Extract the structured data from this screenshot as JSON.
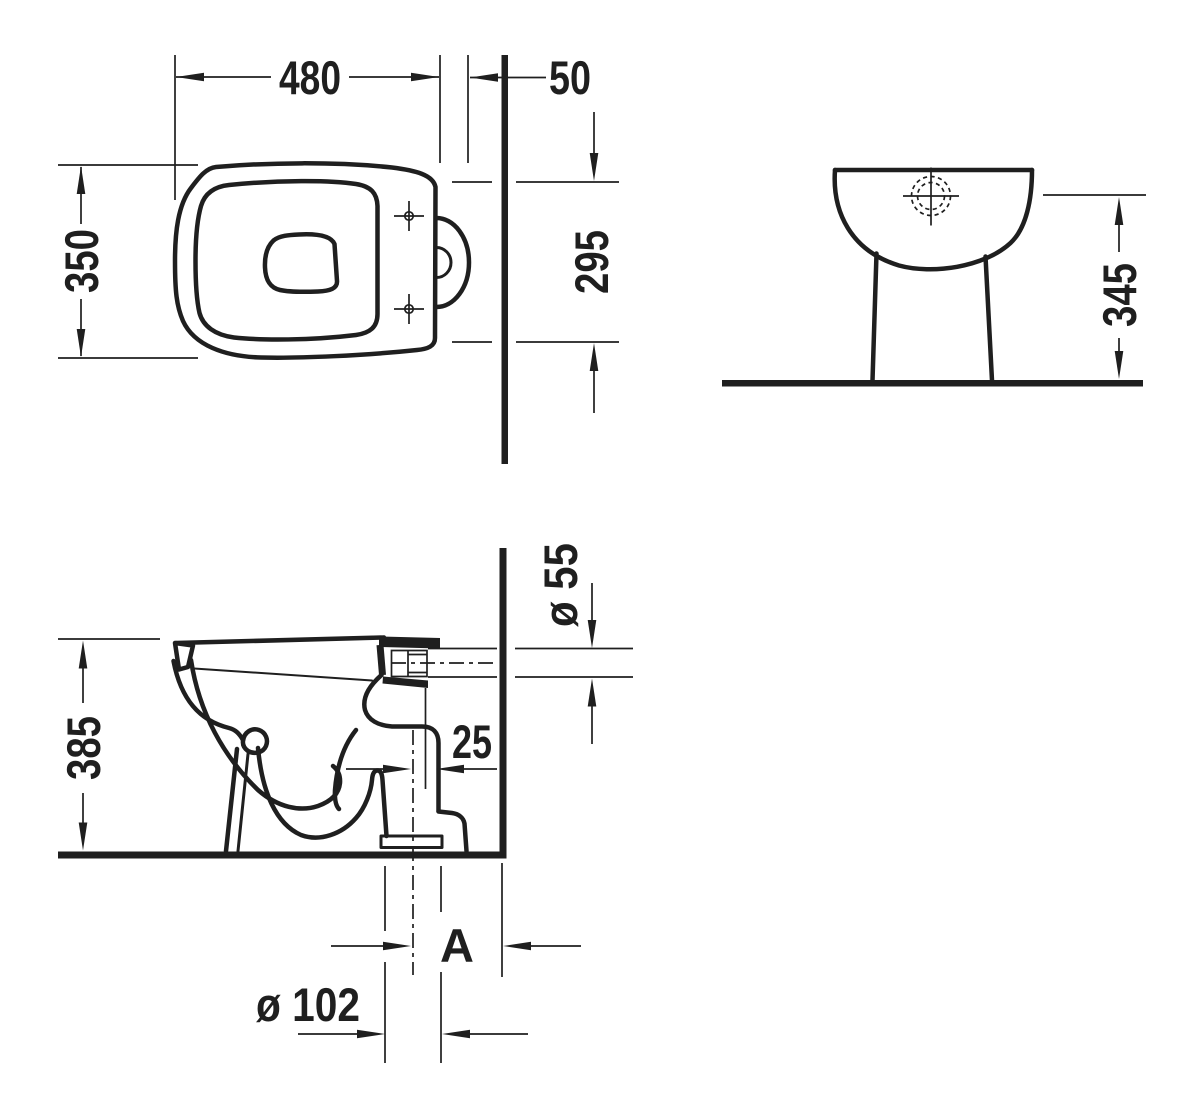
{
  "colors": {
    "background": "#ffffff",
    "line": "#1f1f1f"
  },
  "drawing": {
    "kind": "sanitary-ware dimension drawing",
    "views": [
      "top-view",
      "back-view",
      "side-section-view"
    ]
  },
  "dimensions": {
    "top_width": "480",
    "top_wall_gap": "50",
    "top_depth": "350",
    "top_back_span": "295",
    "back_height": "345",
    "side_height": "385",
    "flush_inlet_diameter": "ø 55",
    "outlet_offset": "25",
    "outlet_wall_distance": "A",
    "outlet_diameter": "ø 102"
  }
}
